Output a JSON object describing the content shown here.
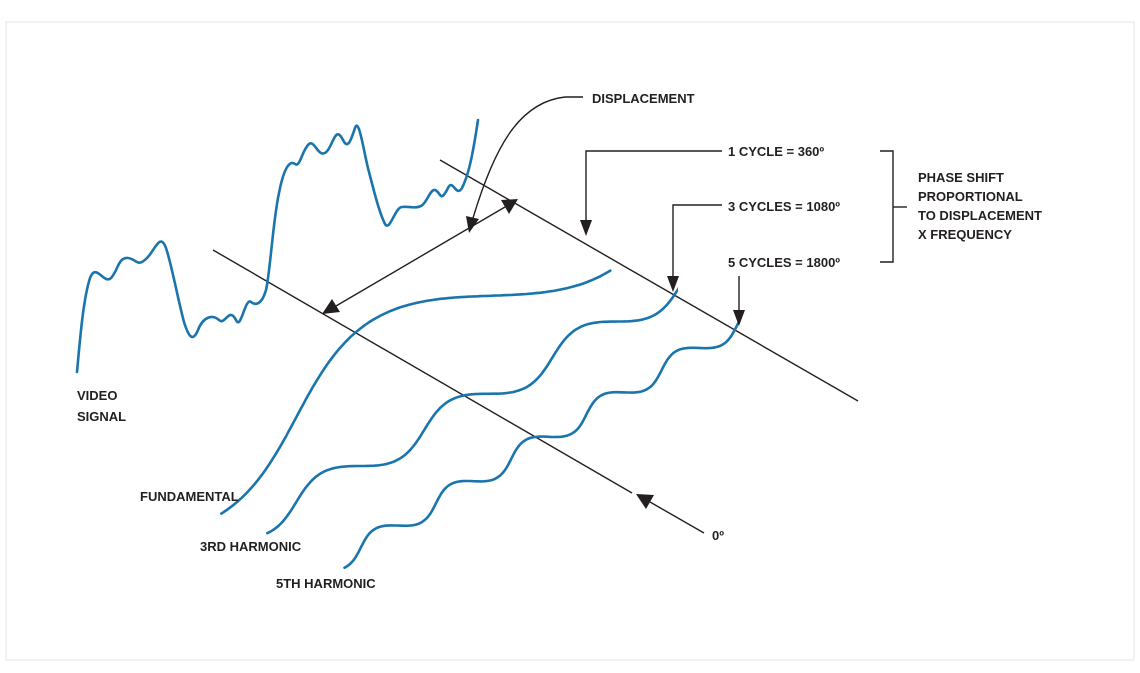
{
  "colors": {
    "wave": "#1a75ad",
    "ink": "#231f20",
    "frame": "#e6e6e6"
  },
  "labels": {
    "video_signal": [
      "VIDEO",
      "SIGNAL"
    ],
    "fundamental": "FUNDAMENTAL",
    "third_harmonic": "3RD HARMONIC",
    "fifth_harmonic": "5TH HARMONIC",
    "displacement": "DISPLACEMENT",
    "zero_degrees": "0º",
    "cycle_1": "1 CYCLE = 360º",
    "cycle_3": "3 CYCLES = 1080º",
    "cycle_5": "5 CYCLES = 1800º",
    "phase_shift": [
      "PHASE SHIFT",
      "PROPORTIONAL",
      "TO DISPLACEMENT",
      "X FREQUENCY"
    ]
  }
}
